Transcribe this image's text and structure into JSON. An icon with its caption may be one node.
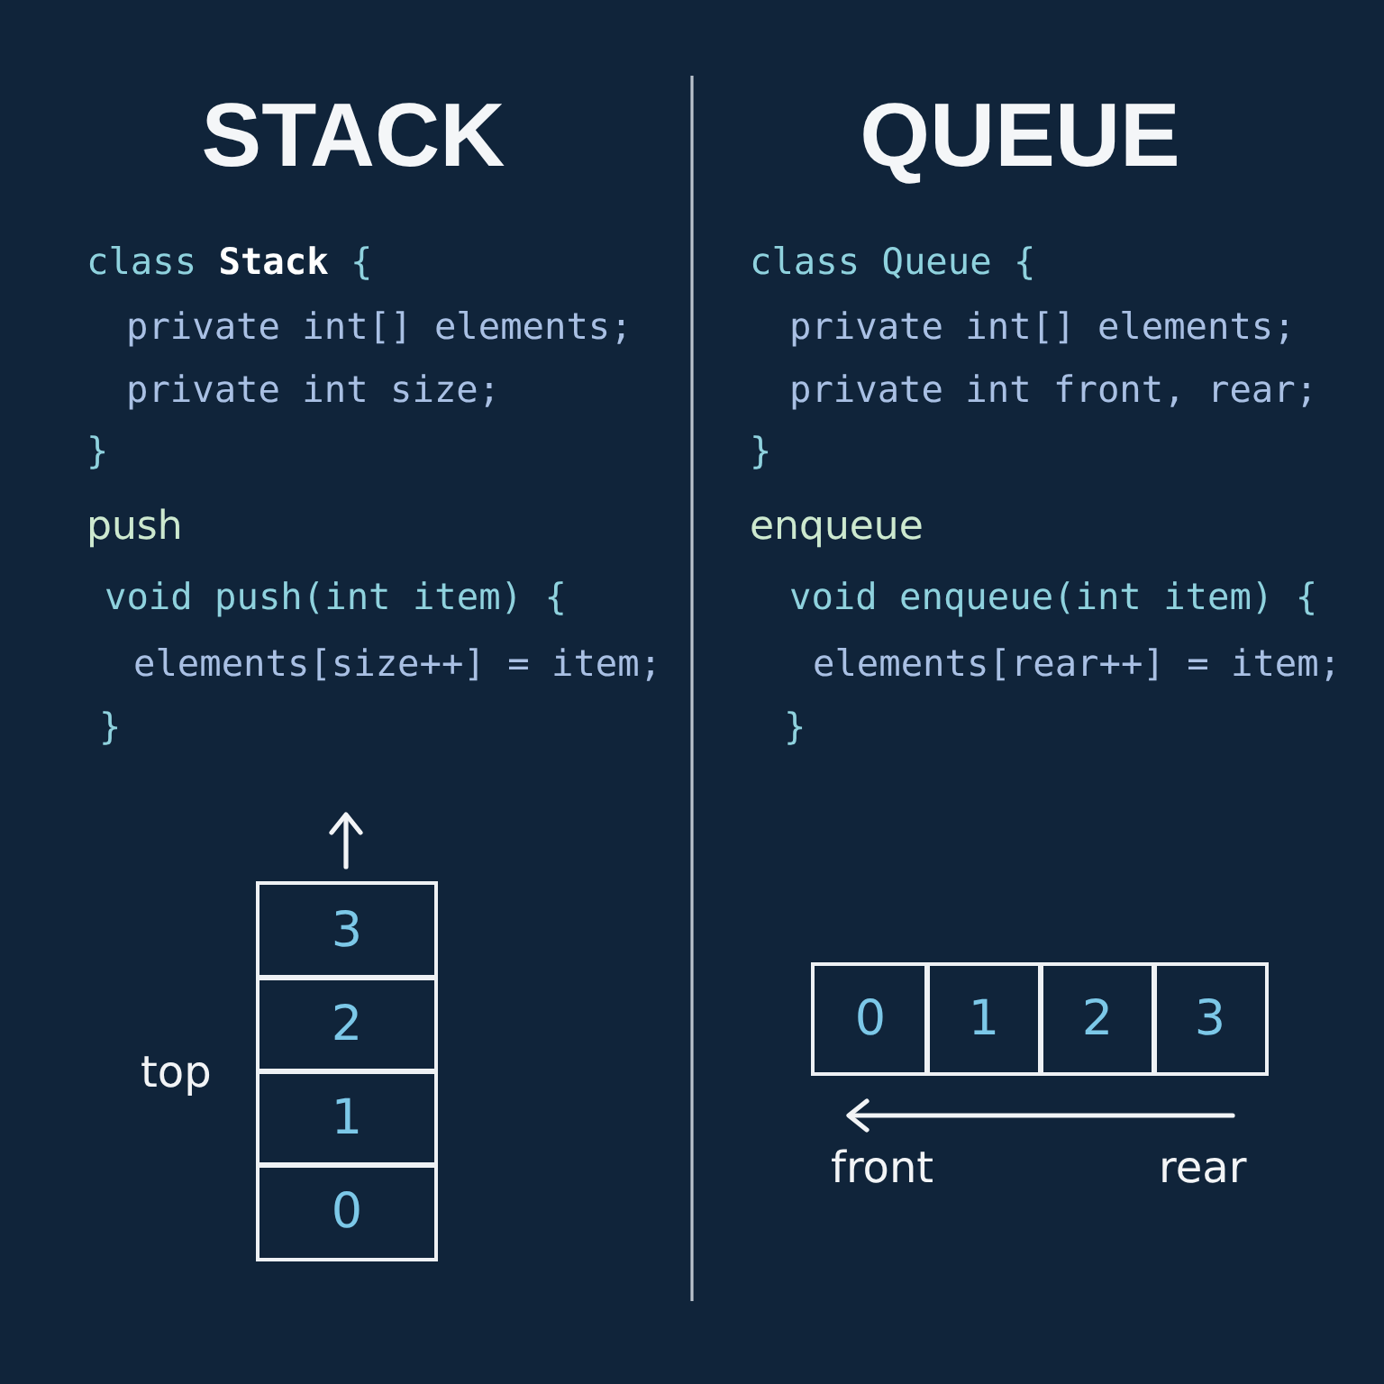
{
  "diagram": {
    "nodes": [
      {
        "text": [
          "3"
        ]
      },
      {
        "text": [
          "2"
        ]
      },
      {
        "text": [
          "1"
        ]
      },
      {
        "text": [
          "0"
        ]
      },
      {
        "text": [
          "0"
        ]
      },
      {
        "text": [
          "1"
        ]
      },
      {
        "text": [
          "2"
        ]
      },
      {
        "text": [
          "3"
        ]
      }
    ],
    "labels": [
      "STACK",
      "class **Stack** {",
      "private int[] elements;",
      "private int size;",
      "}",
      "push",
      "void push(int item) {",
      "elements[size++] = item;",
      "}",
      "top",
      "QUEUE",
      "class Queue {",
      "private int[] elements;",
      "private int front, rear;",
      "}",
      "enqueue",
      "void enqueue(int item) {",
      "elements[rear++] = item;",
      "}",
      "front",
      "rear"
    ]
  }
}
